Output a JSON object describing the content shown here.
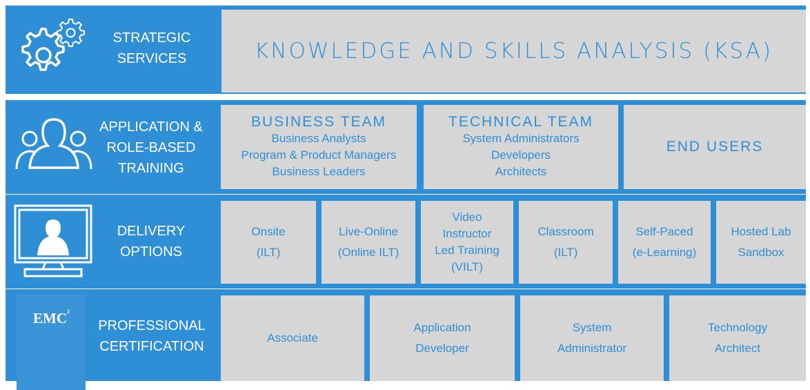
{
  "rows": {
    "strategic": {
      "label_line1": "STRATEGIC",
      "label_line2": "SERVICES",
      "icon": "gears-icon",
      "ksa": "KNOWLEDGE AND SKILLS ANALYSIS (KSA)"
    },
    "application": {
      "label_line1": "APPLICATION &",
      "label_line2": "ROLE-BASED",
      "label_line3": "TRAINING",
      "icon": "people-icon",
      "business_team": {
        "title": "BUSINESS TEAM",
        "items": [
          "Business Analysts",
          "Program & Product Managers",
          "Business Leaders"
        ]
      },
      "technical_team": {
        "title": "TECHNICAL TEAM",
        "items": [
          "System Administrators",
          "Developers",
          "Architects"
        ]
      },
      "end_users": "END USERS"
    },
    "delivery": {
      "label_line1": "DELIVERY",
      "label_line2": "OPTIONS",
      "icon": "monitor-user-icon",
      "options": [
        {
          "l1": "Onsite",
          "l2": "(ILT)"
        },
        {
          "l1": "Live-Online",
          "l2": "(Online ILT)"
        },
        {
          "l1": "Video",
          "l2": "Instructor",
          "l3": "Led Training",
          "l4": "(VILT)"
        },
        {
          "l1": "Classroom",
          "l2": "(ILT)"
        },
        {
          "l1": "Self-Paced",
          "l2": "(e-Learning)"
        },
        {
          "l1": "Hosted Lab",
          "l2": "Sandbox"
        }
      ]
    },
    "certification": {
      "label_line1": "PROFESSIONAL",
      "label_line2": "CERTIFICATION",
      "logo": "EMC",
      "logo_sup": "2",
      "levels": [
        {
          "l1": "Associate"
        },
        {
          "l1": "Application",
          "l2": "Developer"
        },
        {
          "l1": "System",
          "l2": "Administrator"
        },
        {
          "l1": "Technology",
          "l2": "Architect"
        }
      ]
    }
  },
  "colors": {
    "blue": "#2f8fd6",
    "cell": "#d6d6d6",
    "text_on_blue": "#ffffff"
  }
}
